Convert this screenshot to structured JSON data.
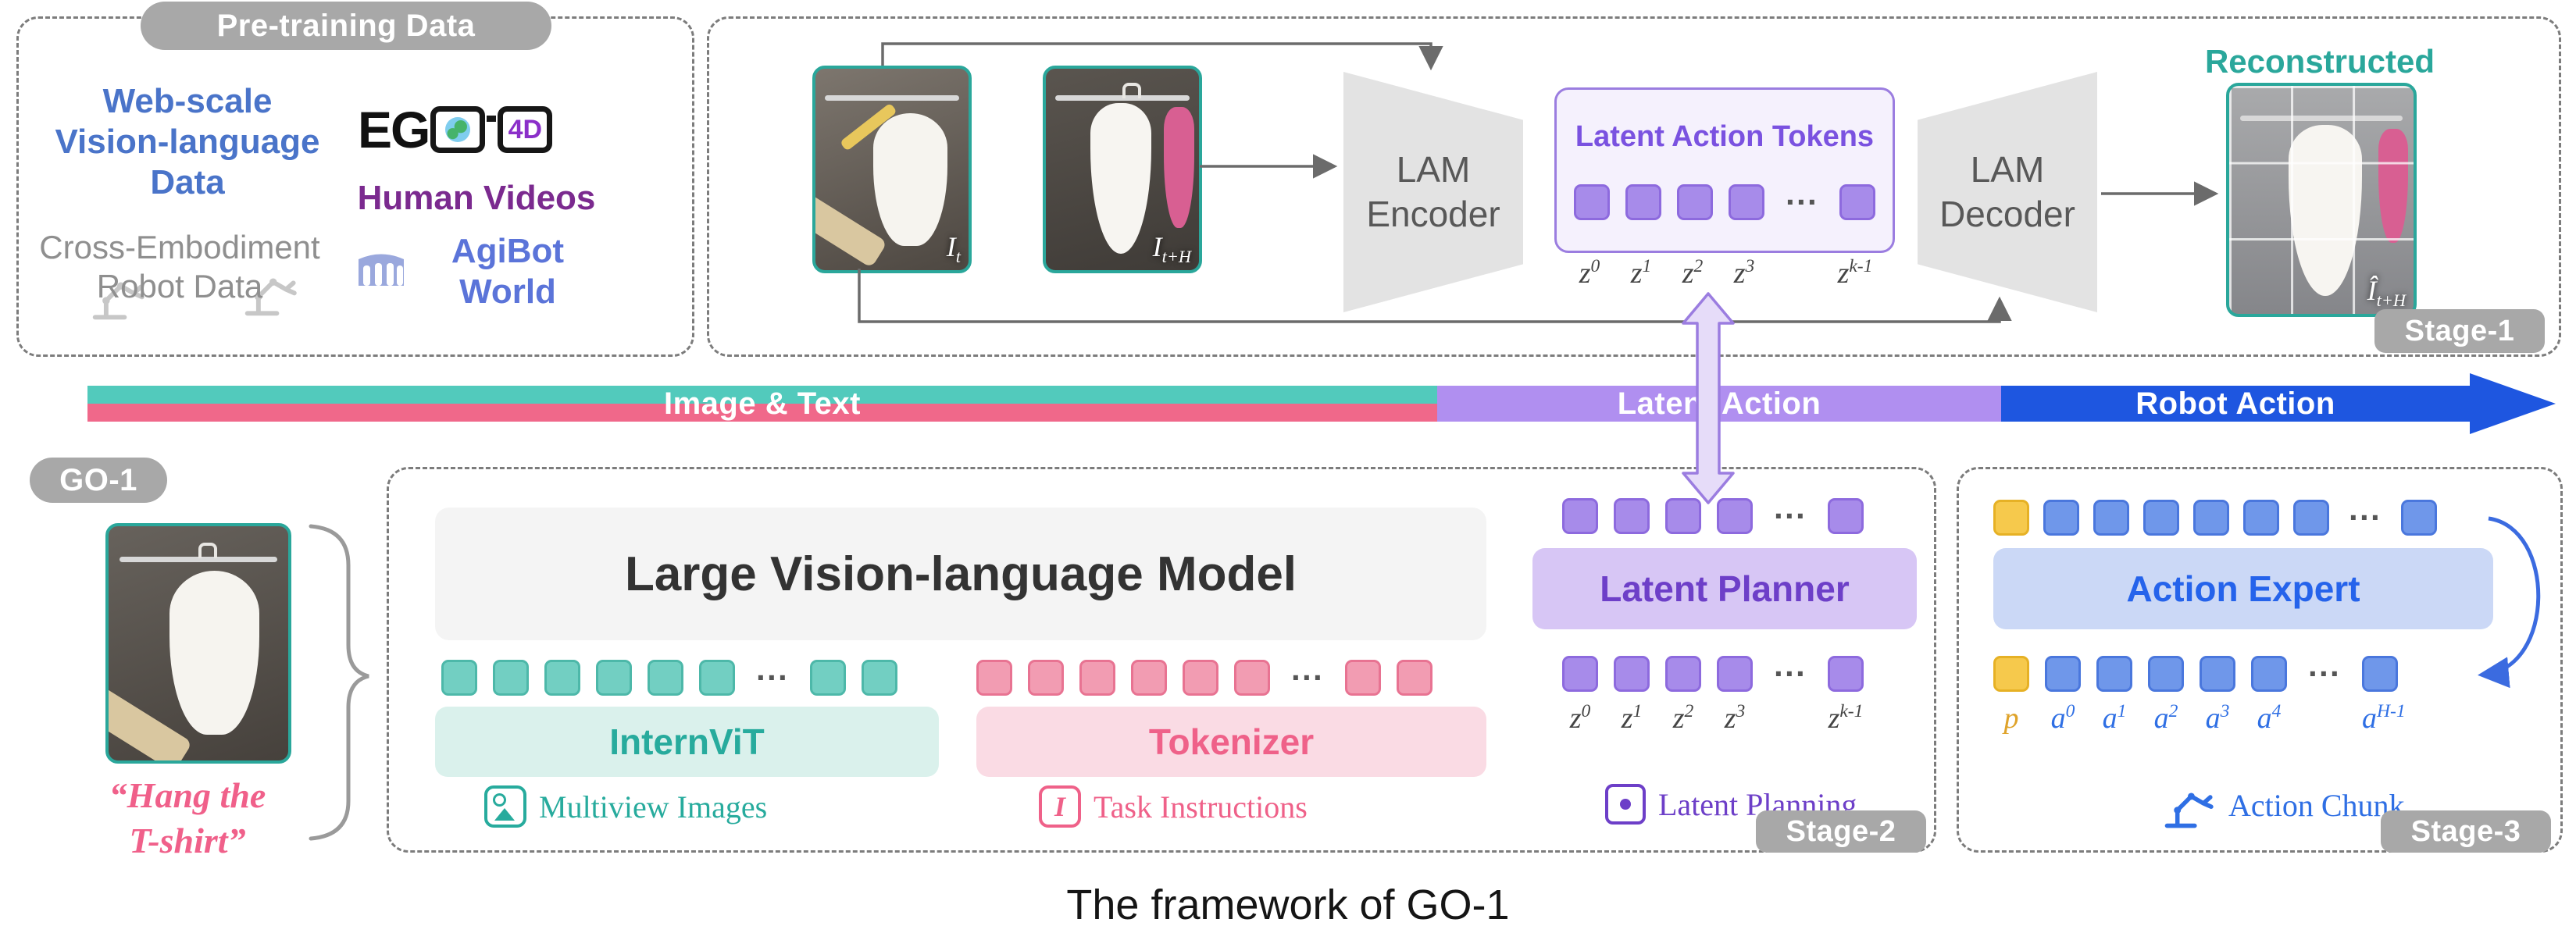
{
  "caption": "The framework of GO-1",
  "palette": {
    "teal": "#2aa79b",
    "pink": "#ef6189",
    "purple": "#8d6ade",
    "blue": "#2563eb",
    "yellow": "#f6c94c",
    "gray_pill": "#a8a8a8",
    "bar_teal": "#52cabc",
    "bar_pink": "#f0688a",
    "bar_purple": "#b08ff0",
    "bar_blue": "#1e56e0"
  },
  "icons": {
    "instruction_glyph": "I"
  },
  "pretraining": {
    "title": "Pre-training Data",
    "web_scale": "Web-scale\nVision-language\nData",
    "ego_text": "EG",
    "ego_4d": "4D",
    "human_videos": "Human Videos",
    "cross_embodiment": "Cross-Embodiment\nRobot Data",
    "agibot": "AgiBot\nWorld"
  },
  "stage1": {
    "label": "Stage-1",
    "img_t_label": "I_t",
    "img_th_label": "I_{t+H}",
    "encoder": "LAM\nEncoder",
    "decoder": "LAM\nDecoder",
    "latent_title": "Latent Action Tokens",
    "tokens": [
      "purple",
      "purple",
      "purple",
      "purple",
      "···",
      "purple"
    ],
    "token_labels": [
      "z_0",
      "z_1",
      "z_2",
      "z_3",
      "",
      "z_{k-1}"
    ],
    "reconstructed": "Reconstructed",
    "recon_label": "Î_{t+H}"
  },
  "bar": {
    "image_text": "Image & Text",
    "latent_action": "Latent Action",
    "robot_action": "Robot Action"
  },
  "go1": {
    "label": "GO-1",
    "quote": "“Hang the\nT-shirt”"
  },
  "stage2": {
    "label": "Stage-2",
    "lvm": "Large Vision-language Model",
    "teal_tokens": [
      "teal",
      "teal",
      "teal",
      "teal",
      "teal",
      "teal",
      "···",
      "teal",
      "teal"
    ],
    "pink_tokens": [
      "pink",
      "pink",
      "pink",
      "pink",
      "pink",
      "pink",
      "···",
      "pink",
      "pink"
    ],
    "internvit": "InternViT",
    "tokenizer": "Tokenizer",
    "multiview": "Multiview Images",
    "task_instructions": "Task Instructions",
    "planner": {
      "top_tokens": [
        "purple",
        "purple",
        "purple",
        "purple",
        "···",
        "purple"
      ],
      "title": "Latent Planner",
      "bottom_tokens": [
        "purple",
        "purple",
        "purple",
        "purple",
        "···",
        "purple"
      ],
      "token_labels": [
        "z_0",
        "z_1",
        "z_2",
        "z_3",
        "",
        "z_{k-1}"
      ],
      "planning": "Latent Planning"
    }
  },
  "stage3": {
    "label": "Stage-3",
    "top_tokens": [
      "yellow",
      "blue",
      "blue",
      "blue",
      "blue",
      "blue",
      "blue",
      "···",
      "blue"
    ],
    "title": "Action Expert",
    "bottom_tokens": [
      "yellow",
      "blue",
      "blue",
      "blue",
      "blue",
      "blue",
      "···",
      "blue"
    ],
    "token_labels": [
      "p",
      "a_0",
      "a_1",
      "a_2",
      "a_3",
      "a_4",
      "",
      "a_{H-1}"
    ],
    "action_chunk": "Action Chunk"
  }
}
